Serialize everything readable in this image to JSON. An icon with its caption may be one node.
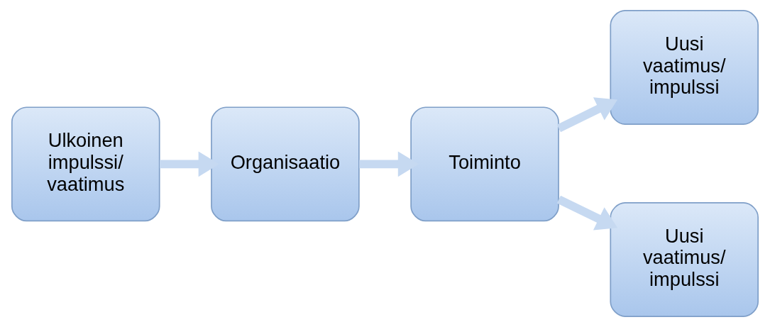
{
  "diagram": {
    "nodes": [
      {
        "text": [
          "Ulkoinen impulssi/ vaatimus"
        ]
      },
      {
        "text": [
          "Organisaatio"
        ]
      },
      {
        "text": [
          "Toiminto"
        ]
      },
      {
        "text": [
          "Uusi vaatimus/ impulssi"
        ]
      },
      {
        "text": [
          "Uusi vaatimus/ impulssi"
        ]
      }
    ],
    "edges": [
      {
        "from": 0,
        "to": 1,
        "arrow": "to"
      },
      {
        "from": 1,
        "to": 2,
        "arrow": "to"
      },
      {
        "from": 2,
        "to": 3,
        "arrow": "to"
      },
      {
        "from": 2,
        "to": 4,
        "arrow": "to"
      }
    ]
  }
}
